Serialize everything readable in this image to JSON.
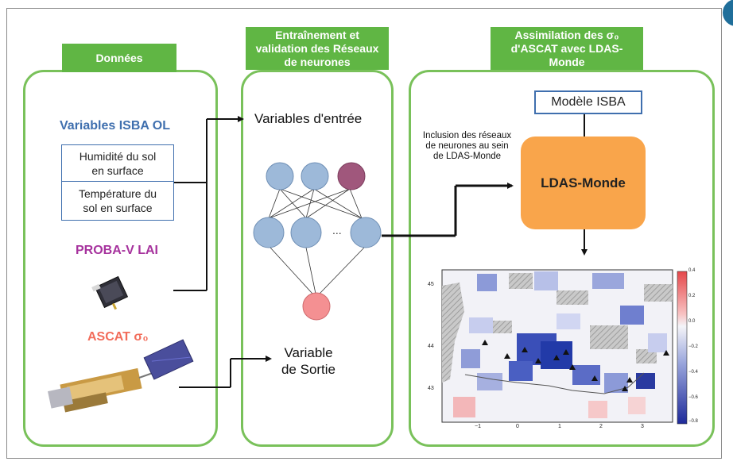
{
  "panels": {
    "data": {
      "header": "Données"
    },
    "training": {
      "header": "Entraînement et validation des Réseaux de neurones"
    },
    "assimilation": {
      "header": "Assimilation des σ₀ d'ASCAT avec LDAS-Monde"
    }
  },
  "inputs": {
    "isba_title": "Variables ISBA OL",
    "isba_var1": "Humidité du sol en surface",
    "isba_var2": "Température du sol en surface",
    "proba_title": "PROBA-V LAI",
    "ascat_title": "ASCAT σ₀"
  },
  "network": {
    "input_label": "Variables d'entrée",
    "output_label": "Variable de Sortie",
    "ellipsis": "..."
  },
  "assimilation": {
    "model_label": "Modèle ISBA",
    "ldas_label": "LDAS-Monde",
    "inclusion_note": "Inclusion des réseaux de neurones au sein de LDAS-Monde"
  },
  "map": {
    "y_ticks": [
      "45",
      "44",
      "43"
    ],
    "x_ticks": [
      "−1",
      "0",
      "1",
      "2",
      "3"
    ],
    "colorbar_ticks": [
      "0.4",
      "0.2",
      "0.0",
      "−0.2",
      "−0.4",
      "−0.6",
      "−0.8"
    ]
  },
  "colors": {
    "panel_border": "#79c15a",
    "panel_header": "#60b644",
    "isba_blue": "#3f6fae",
    "proba_purple": "#a6329d",
    "ascat_red": "#f26c5a",
    "node_blue": "#9db9d9",
    "node_purple": "#a0577c",
    "node_red": "#f49092",
    "ldas_orange": "#f9a54b"
  }
}
